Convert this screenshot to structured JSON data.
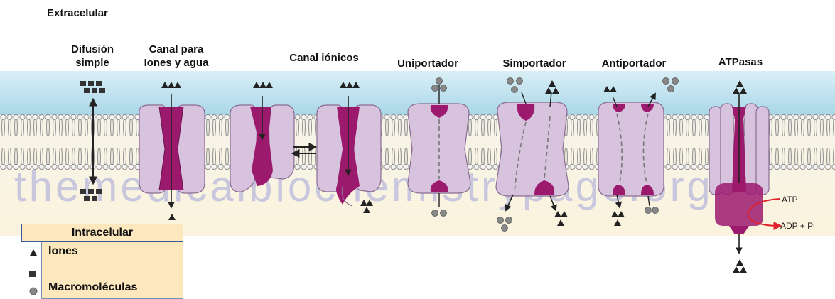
{
  "labels": {
    "extracelular": "Extracelular",
    "difusion": "Difusión simple",
    "canal_agua": "Canal para Iones y agua",
    "canal_ionicos": "Canal iónicos",
    "uniportador": "Uniportador",
    "simportador": "Simportador",
    "antiportador": "Antiportador",
    "atpasas": "ATPasas",
    "atp": "ATP",
    "adp": "ADP + Pi"
  },
  "watermark": "themedicalbiochemistrypage.org",
  "legend": {
    "title": "Intracelular",
    "items": [
      "Iones",
      "Macromoléculas"
    ]
  },
  "colors": {
    "extracellular": "#bfe3ef",
    "intracellular": "#fbf3dc",
    "protein": "#d7c3de",
    "channel": "#9c1a6e",
    "lipid": "#8f8f8f"
  }
}
